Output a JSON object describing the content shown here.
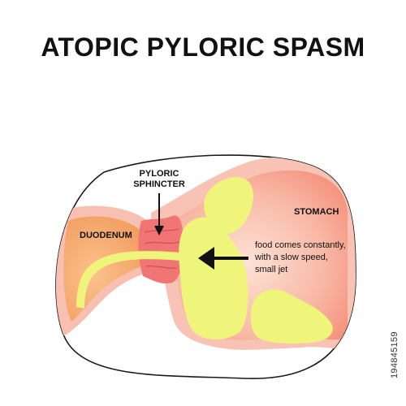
{
  "title": "ATOPIC PYLORIC SPASM",
  "labels": {
    "pyloric_sphincter_line1": "PYLORIC",
    "pyloric_sphincter_line2": "SPHINCTER",
    "duodenum": "DUODENUM",
    "stomach": "STOMACH"
  },
  "annotation": {
    "line1": "food comes constantly,",
    "line2": "with a slow speed,",
    "line3": "small jet"
  },
  "stock_id": "194845159",
  "colors": {
    "outline": "#1a1a1a",
    "wall_outer": "#f7b9ac",
    "wall_inner": "#f48a76",
    "duodenum": "#f7a36a",
    "food": "#eef57a",
    "sphincter": "#f06d6d",
    "arrow": "#111111"
  }
}
